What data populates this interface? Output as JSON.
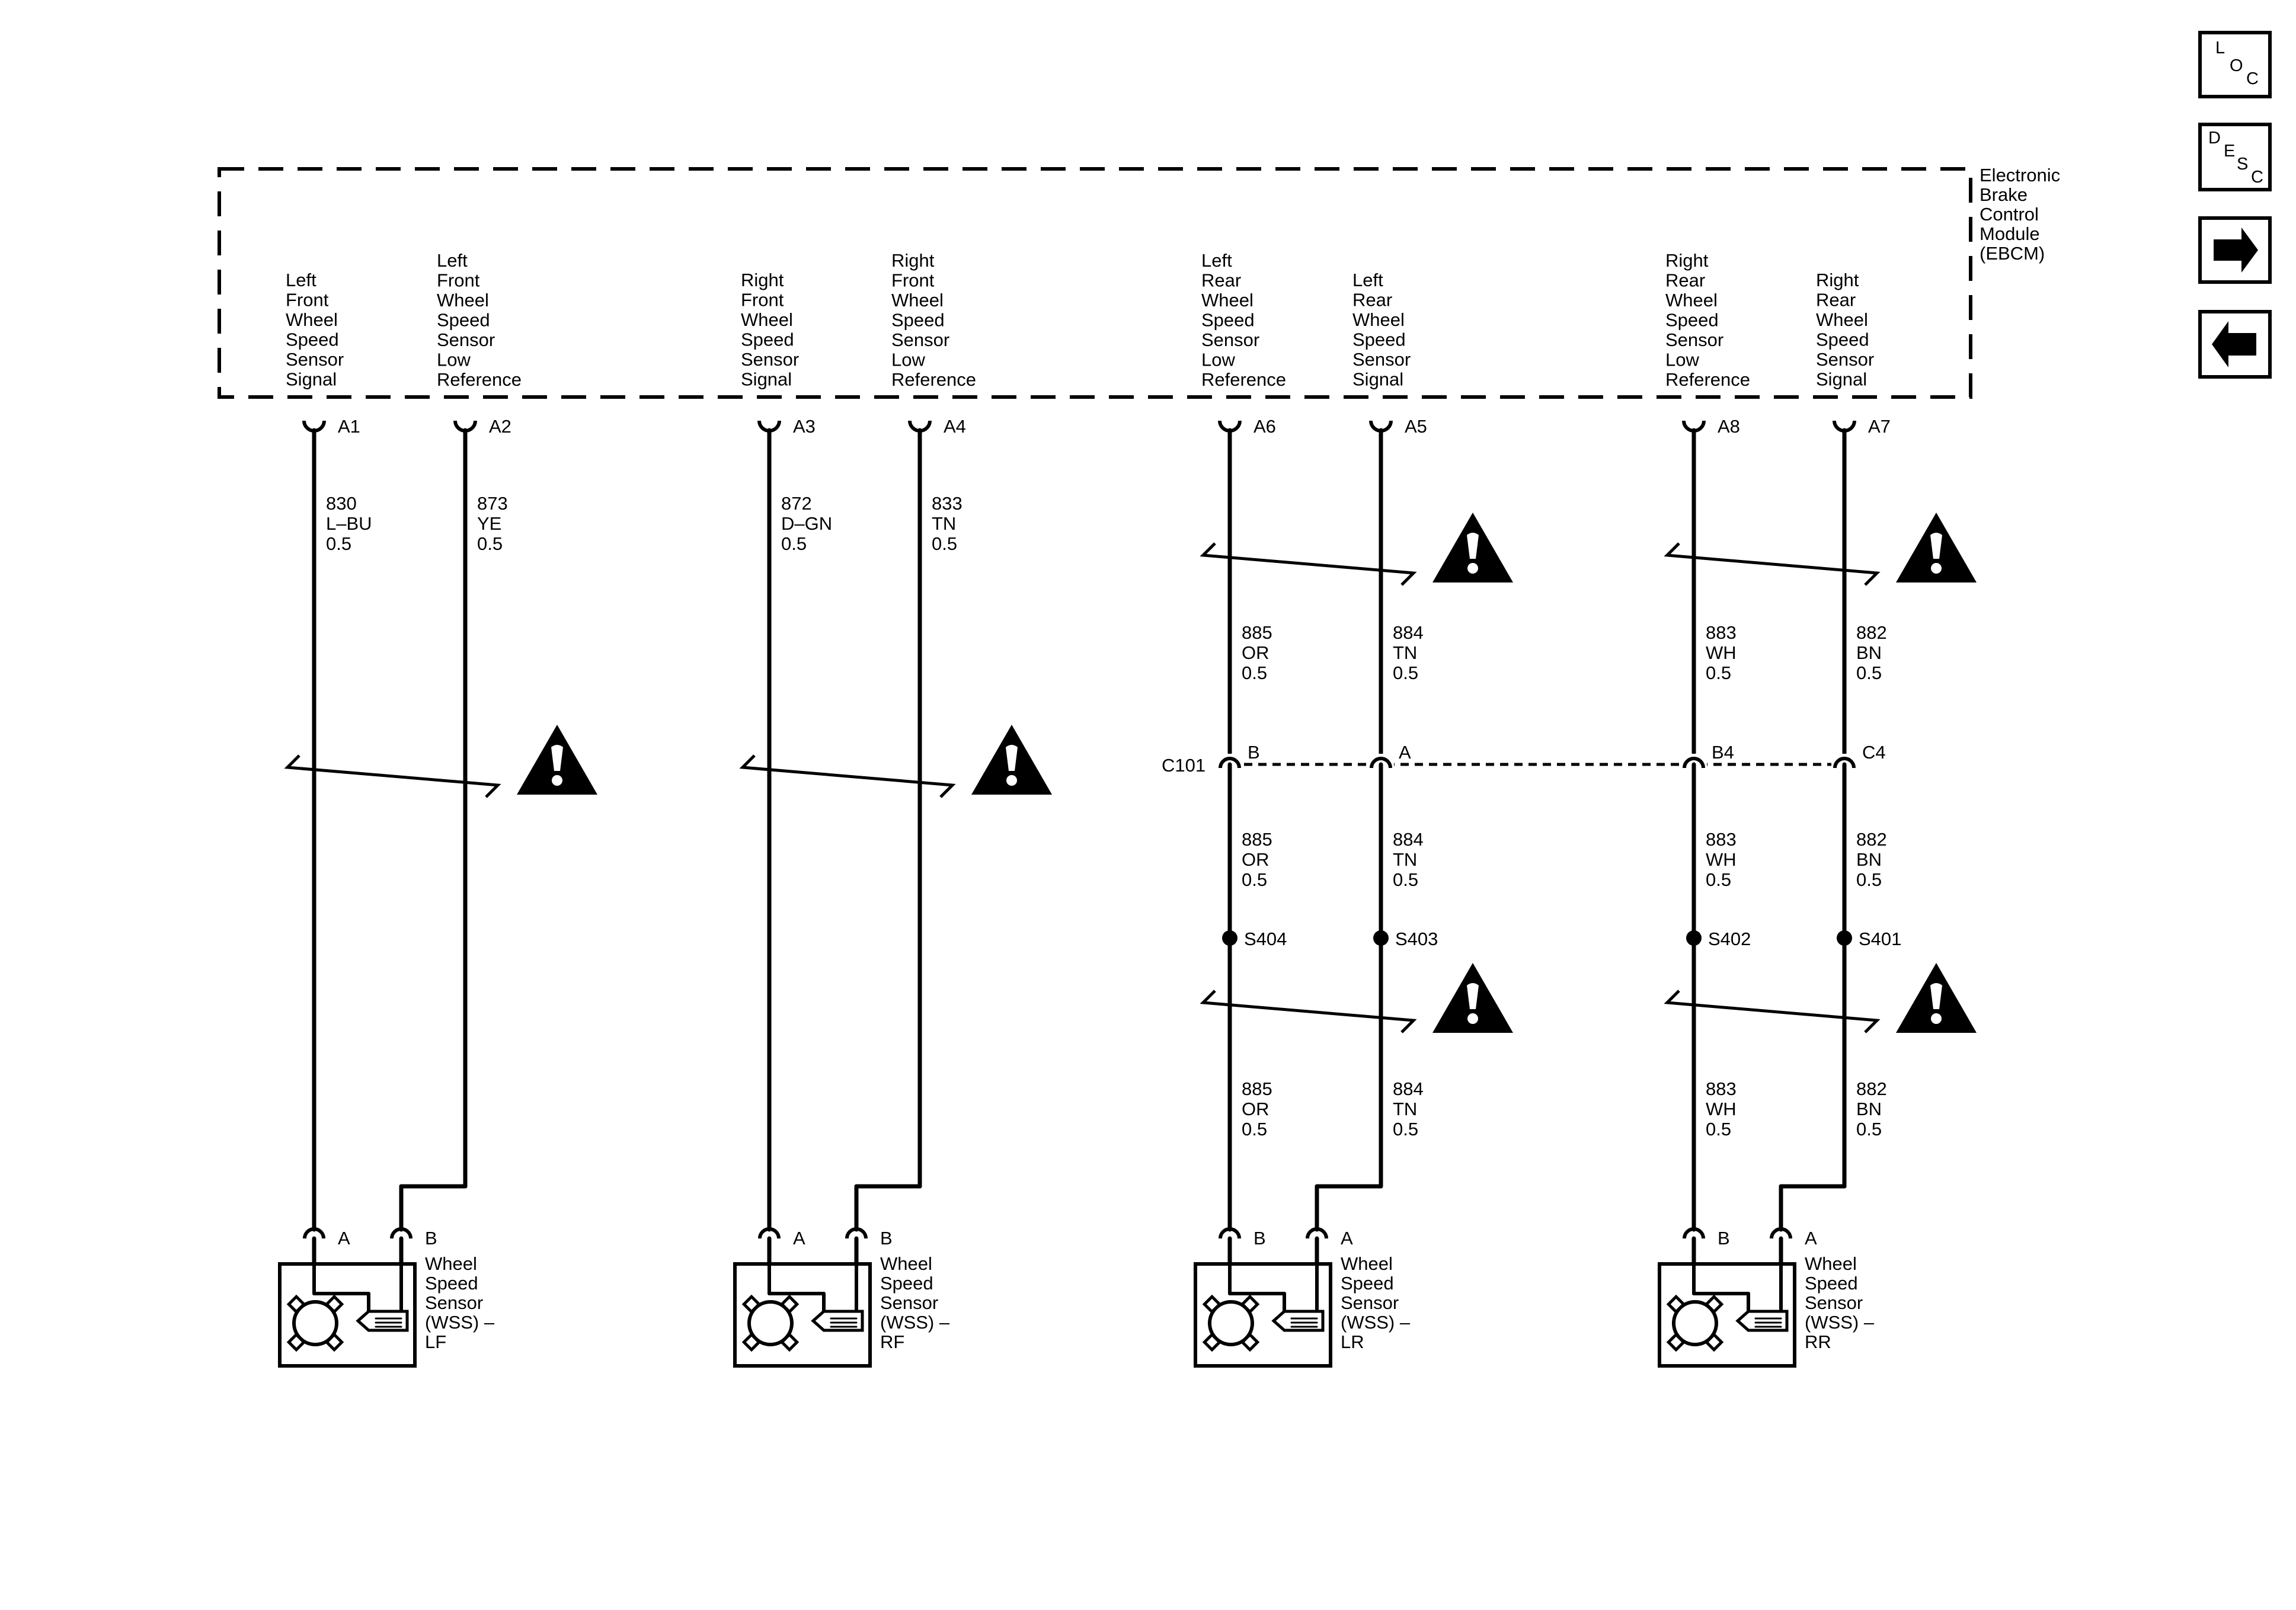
{
  "module": {
    "name_lines": [
      "Electronic",
      "Brake",
      "Control",
      "Module",
      "(EBCM)"
    ]
  },
  "nav": {
    "loc": [
      "L",
      "O",
      "C"
    ],
    "desc": [
      "D",
      "E",
      "S",
      "C"
    ],
    "forward_icon": "arrow-right",
    "back_icon": "arrow-left"
  },
  "pins": [
    {
      "id": "lf_sig",
      "lines": [
        "Left",
        "Front",
        "Wheel",
        "Speed",
        "Sensor",
        "Signal"
      ],
      "pin": "A1"
    },
    {
      "id": "lf_low",
      "lines": [
        "Left",
        "Front",
        "Wheel",
        "Speed",
        "Sensor",
        "Low",
        "Reference"
      ],
      "pin": "A2"
    },
    {
      "id": "rf_sig",
      "lines": [
        "Right",
        "Front",
        "Wheel",
        "Speed",
        "Sensor",
        "Signal"
      ],
      "pin": "A3"
    },
    {
      "id": "rf_low",
      "lines": [
        "Right",
        "Front",
        "Wheel",
        "Speed",
        "Sensor",
        "Low",
        "Reference"
      ],
      "pin": "A4"
    },
    {
      "id": "lr_low",
      "lines": [
        "Left",
        "Rear",
        "Wheel",
        "Speed",
        "Sensor",
        "Low",
        "Reference"
      ],
      "pin": "A6"
    },
    {
      "id": "lr_sig",
      "lines": [
        "Left",
        "Rear",
        "Wheel",
        "Speed",
        "Sensor",
        "Signal"
      ],
      "pin": "A5"
    },
    {
      "id": "rr_low",
      "lines": [
        "Right",
        "Rear",
        "Wheel",
        "Speed",
        "Sensor",
        "Low",
        "Reference"
      ],
      "pin": "A8"
    },
    {
      "id": "rr_sig",
      "lines": [
        "Right",
        "Rear",
        "Wheel",
        "Speed",
        "Sensor",
        "Signal"
      ],
      "pin": "A7"
    }
  ],
  "front_wires": [
    {
      "lines": [
        "830",
        "L–BU",
        "0.5"
      ]
    },
    {
      "lines": [
        "873",
        "YE",
        "0.5"
      ]
    },
    {
      "lines": [
        "872",
        "D–GN",
        "0.5"
      ]
    },
    {
      "lines": [
        "833",
        "TN",
        "0.5"
      ]
    }
  ],
  "rear_wires": [
    {
      "lines": [
        "885",
        "OR",
        "0.5"
      ]
    },
    {
      "lines": [
        "884",
        "TN",
        "0.5"
      ]
    },
    {
      "lines": [
        "883",
        "WH",
        "0.5"
      ]
    },
    {
      "lines": [
        "882",
        "BN",
        "0.5"
      ]
    }
  ],
  "connector_c101": {
    "name": "C101",
    "pins": [
      "B",
      "A",
      "B4",
      "C4"
    ]
  },
  "splices": [
    "S404",
    "S403",
    "S402",
    "S401"
  ],
  "sensors": [
    {
      "pins": [
        "A",
        "B"
      ],
      "lines": [
        "Wheel",
        "Speed",
        "Sensor",
        "(WSS) –",
        "LF"
      ]
    },
    {
      "pins": [
        "A",
        "B"
      ],
      "lines": [
        "Wheel",
        "Speed",
        "Sensor",
        "(WSS) –",
        "RF"
      ]
    },
    {
      "pins": [
        "B",
        "A"
      ],
      "lines": [
        "Wheel",
        "Speed",
        "Sensor",
        "(WSS) –",
        "LR"
      ]
    },
    {
      "pins": [
        "B",
        "A"
      ],
      "lines": [
        "Wheel",
        "Speed",
        "Sensor",
        "(WSS) –",
        "RR"
      ]
    }
  ],
  "caution_icon": "warning-triangle-icon"
}
